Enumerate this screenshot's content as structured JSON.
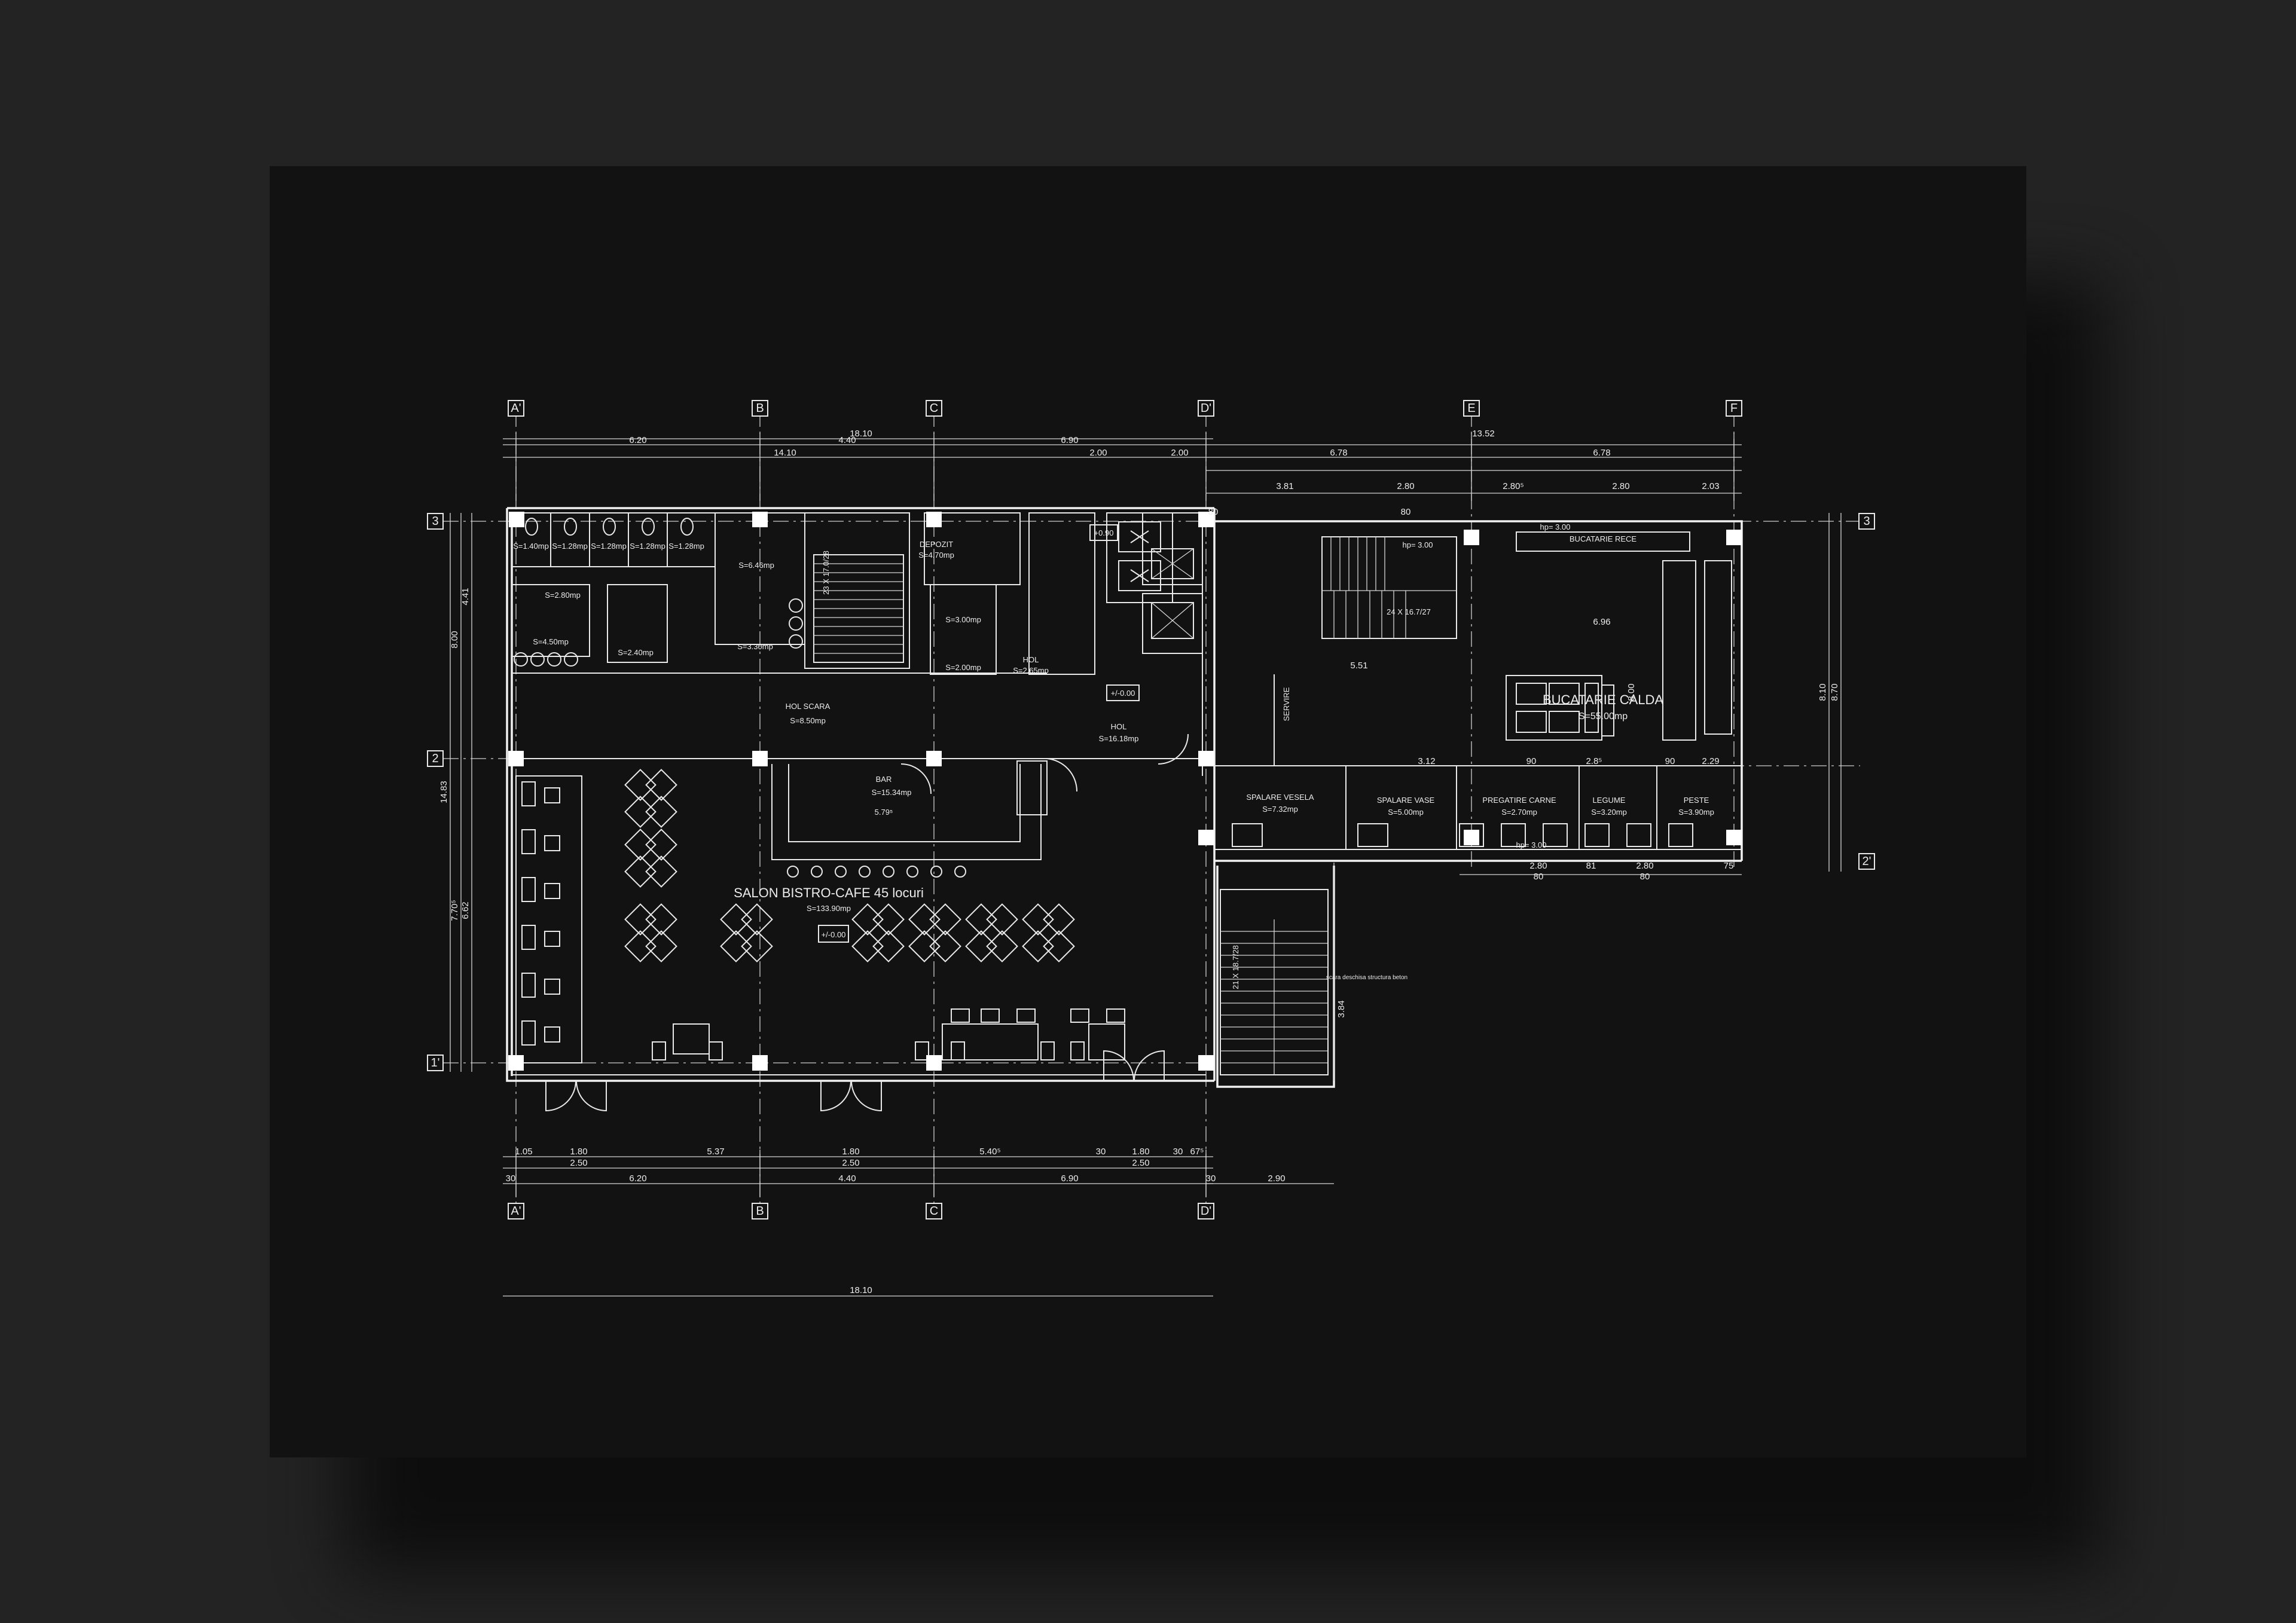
{
  "colors": {
    "page_bg": "#232323",
    "sheet_bg": "#121212",
    "line": "#e9e9e9",
    "column": "#ffffff"
  },
  "axes": {
    "columns": [
      {
        "id": "A'",
        "top": "A'",
        "bottom": "A'"
      },
      {
        "id": "B",
        "top": "B",
        "bottom": "B"
      },
      {
        "id": "C",
        "top": "C",
        "bottom": "C"
      },
      {
        "id": "D'",
        "top": "D'",
        "bottom": "D'"
      },
      {
        "id": "E",
        "top": "E",
        "bottom": null
      },
      {
        "id": "F",
        "top": "F",
        "bottom": null
      }
    ],
    "rows_left": [
      "3",
      "2",
      "1'"
    ],
    "rows_right": [
      "3",
      "2'"
    ]
  },
  "dimensions": {
    "top_total": "18.10",
    "top_row2": [
      "6.20",
      "4.40",
      "6.90",
      "13.52"
    ],
    "top_row3": [
      "14.10",
      "2.00",
      "2.00",
      "6.78",
      "6.78"
    ],
    "top_row4": [
      "3.81",
      "2.80",
      "2.80⁵",
      "2.80",
      "2.03"
    ],
    "bottom_row1": [
      "1.05",
      "1.80",
      "5.37",
      "1.80",
      "5.40⁵",
      "30",
      "1.80",
      "30",
      "67⁵"
    ],
    "bottom_row1b": [
      "2.50",
      "2.50",
      "2.50"
    ],
    "bottom_row2": [
      "30",
      "6.20",
      "4.40",
      "6.90",
      "30",
      "2.90"
    ],
    "bottom_total": "18.10",
    "left_total": "14.83",
    "left_parts": [
      "8.00",
      "4.41",
      "7.70⁵",
      "6.62"
    ],
    "right_total": "8.70",
    "right_part": "8.10",
    "kitchen_dims": [
      "80",
      "80",
      "6.96",
      "5.51",
      "3.12",
      "90",
      "2.8⁵",
      "90",
      "2.29",
      "8.00"
    ],
    "lower_dims": [
      "2.80",
      "80",
      "81",
      "2.80",
      "80",
      "75",
      "3.84"
    ]
  },
  "rooms": {
    "wc": [
      "S=1.40mp",
      "S=1.28mp",
      "S=1.28mp",
      "S=1.28mp",
      "S=1.28mp"
    ],
    "wc_hall": "S=2.80mp",
    "wc_men": "S=6.46mp",
    "lobby_small": "S=4.50mp",
    "wc_small": "S=2.40mp",
    "wc_small2": "S=3.30mp",
    "depozit_label": "DEPOZIT",
    "depozit_area": "S=4.70mp",
    "wc_staff": "S=3.00mp",
    "wc_staff2": "S=2.00mp",
    "holl": "HOL",
    "holl_area": "S=2.65mp",
    "hol_scara_label": "HOL SCARA",
    "hol_scara_area": "S=8.50mp",
    "hol_label": "HOL",
    "hol_area": "S=16.18mp",
    "bar_label": "BAR",
    "bar_area": "S=15.34mp",
    "bar_height": "5.79⁵",
    "salon_label": "SALON BISTRO-CAFE 45 locuri",
    "salon_area": "S=133.90mp",
    "salon_level": "+/-0.00",
    "hol_level": "+/-0.00",
    "elev_level": "+0.90",
    "bucatarie_calda_label": "BUCATARIE CALDA",
    "bucatarie_calda_area": "S=55.00mp",
    "bucatarie_rece_label": "BUCATARIE RECE",
    "bucatarie_rece_h": "hp= 3.00",
    "hp_kitchen": "hp= 3.00",
    "servire": "SERVIRE",
    "spalare_vesela": "SPALARE VESELA",
    "spalare_vesela_area": "S=7.32mp",
    "spalare_vase": "SPALARE VASE",
    "spalare_vase_area": "S=5.00mp",
    "pregatire_carne": "PREGATIRE CARNE",
    "pregatire_carne_area": "S=2.70mp",
    "legume": "LEGUME",
    "legume_area": "S=3.20mp",
    "peste": "PESTE",
    "peste_area": "S=3.90mp",
    "hp_small": "hp= 3.00",
    "stair_main": "23 X 17.0/28",
    "stair_main2": "24 X 16.7/27",
    "stair_low": "21 X 18.7/28",
    "note": "scara deschisa structura beton"
  }
}
